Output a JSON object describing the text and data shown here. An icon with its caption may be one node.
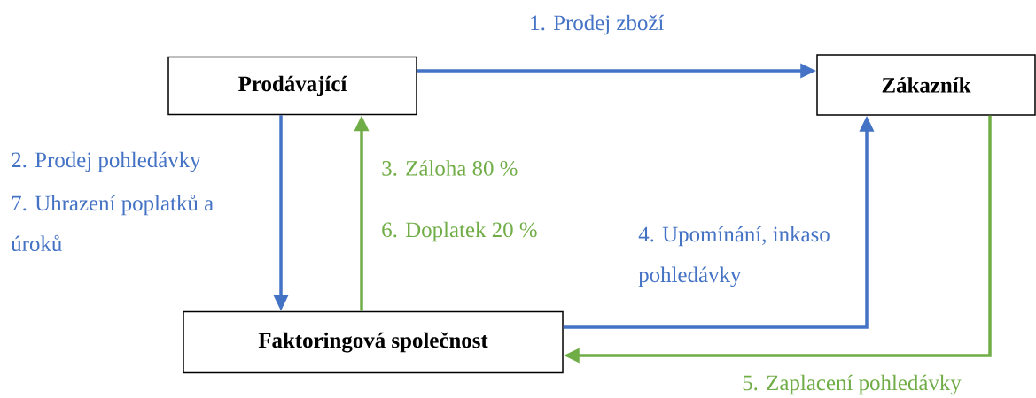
{
  "diagram": {
    "nodes": [
      {
        "text": [
          "Prodávající"
        ]
      },
      {
        "text": [
          "Zákazník"
        ]
      },
      {
        "text": [
          "Faktoringová společnost"
        ]
      }
    ],
    "edges": [
      {
        "from": 0,
        "to": 1,
        "arrow": "to",
        "label": "1.   Prodej zboží"
      },
      {
        "from": 0,
        "to": 2,
        "arrow": "to",
        "label": "2. Prodej pohledávky"
      },
      {
        "from": 2,
        "to": 0,
        "arrow": "to",
        "label": "3. Záloha 80 %",
        "color": "#70ad47"
      },
      {
        "from": 2,
        "to": 1,
        "arrow": "to",
        "label": "4. Upomínání, inkaso pohledávky"
      },
      {
        "from": 1,
        "to": 2,
        "arrow": "to",
        "label": "5. Zaplacení pohledávky",
        "color": "#70ad47"
      }
    ],
    "labels": [
      "6. Doplatek 20 %",
      "7. Uhrazení poplatků a úroků"
    ]
  }
}
